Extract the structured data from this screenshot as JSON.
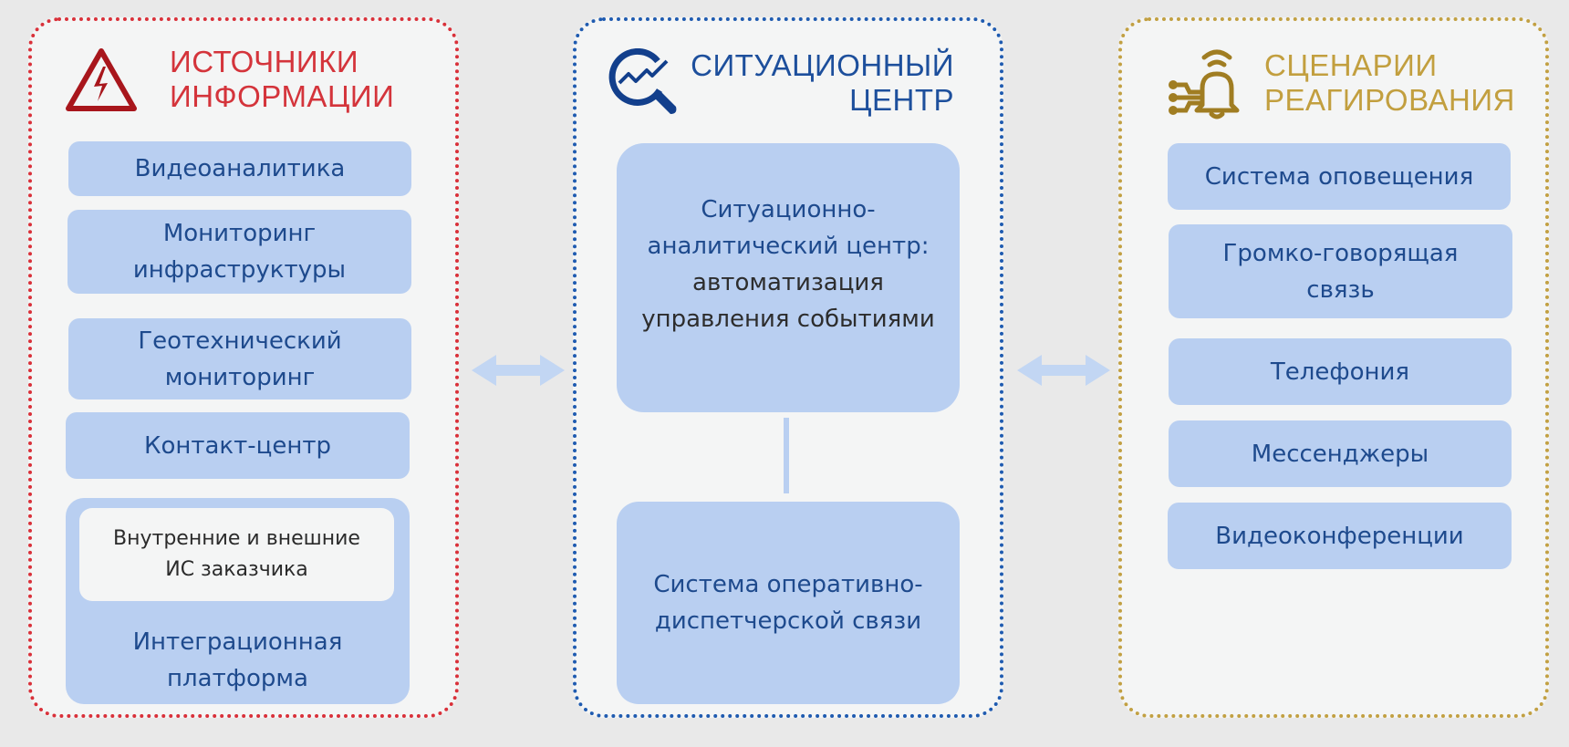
{
  "colors": {
    "sources_accent": "#d4343b",
    "center_accent": "#1d4f9c",
    "scenarios_accent": "#c29f3f",
    "box_fill": "#b9cff1",
    "box_text": "#1e4a8d",
    "background": "#e9e9e9",
    "panel_fill": "#f4f5f5"
  },
  "sources": {
    "icon": "high-voltage-warning-icon",
    "title_line1": "ИСТОЧНИКИ",
    "title_line2": "ИНФОРМАЦИИ",
    "items": [
      {
        "line1": "Видеоаналитика"
      },
      {
        "line1": "Мониторинг",
        "line2": "инфраструктуры"
      },
      {
        "line1": "Геотехнический",
        "line2": "мониторинг"
      },
      {
        "line1": "Контакт-центр"
      }
    ],
    "integration": {
      "inner_line1": "Внутренние и внешние",
      "inner_line2": "ИС заказчика",
      "line1": "Интеграционная",
      "line2": "платформа"
    }
  },
  "center": {
    "icon": "magnifier-chart-icon",
    "title_line1": "СИТУАЦИОННЫЙ",
    "title_line2": "ЦЕНТР",
    "top_box": {
      "line1": "Ситуационно-",
      "line2": "аналитический центр:",
      "line3": "автоматизация",
      "line4": "управления событиями"
    },
    "bottom_box": {
      "line1": "Система оперативно-",
      "line2": "диспетчерской связи"
    }
  },
  "scenarios": {
    "icon": "alarm-bell-network-icon",
    "title_line1": "СЦЕНАРИИ",
    "title_line2": "РЕАГИРОВАНИЯ",
    "items": [
      {
        "line1": "Система оповещения"
      },
      {
        "line1": "Громко-говорящая",
        "line2": "связь"
      },
      {
        "line1": "Телефония"
      },
      {
        "line1": "Мессенджеры"
      },
      {
        "line1": "Видеоконференции"
      }
    ]
  }
}
